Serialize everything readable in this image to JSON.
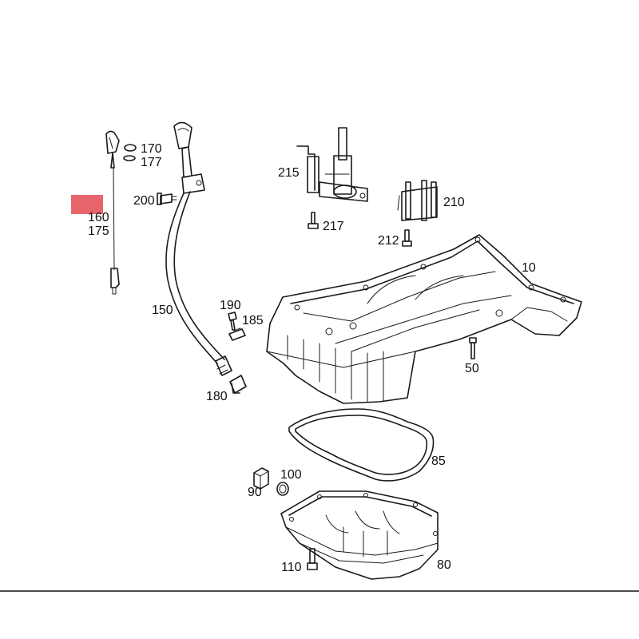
{
  "diagram": {
    "labels": {
      "p170": "170",
      "p177": "177",
      "p160": "160",
      "p175": "175",
      "p200": "200",
      "p215": "215",
      "p217": "217",
      "p210": "210",
      "p212": "212",
      "p10": "10",
      "p150": "150",
      "p190": "190",
      "p185": "185",
      "p50": "50",
      "p180": "180",
      "p85": "85",
      "p100": "100",
      "p90": "90",
      "p110": "110",
      "p80": "80"
    },
    "highlight_color": "#e8656b",
    "line_color": "#1a1a1a"
  }
}
